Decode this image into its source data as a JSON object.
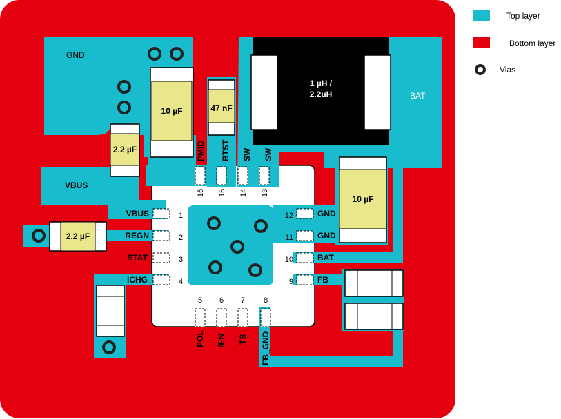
{
  "legend": {
    "top_layer": "Top layer",
    "bottom_layer": "Bottom layer",
    "vias": "Vias",
    "colors": {
      "top": "#18bccc",
      "bottom": "#e4000e",
      "via_ring": "#222222"
    }
  },
  "zones": {
    "gnd": "GND",
    "vbus": "VBUS",
    "bat": "BAT"
  },
  "components": {
    "cap_10uf_top": "10 µF",
    "cap_47nf": "47 nF",
    "cap_22uf_mid": "2.2 µF",
    "cap_22uf_left": "2.2 µF",
    "cap_10uf_right": "10 µF",
    "inductor_line1": "1 µH /",
    "inductor_line2": "2.2uH"
  },
  "pins": {
    "left": [
      {
        "num": "1",
        "name": "VBUS"
      },
      {
        "num": "2",
        "name": "REGN"
      },
      {
        "num": "3",
        "name": "STAT"
      },
      {
        "num": "4",
        "name": "ICHG"
      }
    ],
    "bottom": [
      {
        "num": "5",
        "name": "POL"
      },
      {
        "num": "6",
        "name": "/EN"
      },
      {
        "num": "7",
        "name": "TS"
      },
      {
        "num": "8",
        "name": "FB_GND"
      }
    ],
    "right": [
      {
        "num": "9",
        "name": "FB"
      },
      {
        "num": "10",
        "name": "BAT"
      },
      {
        "num": "11",
        "name": "GND"
      },
      {
        "num": "12",
        "name": "GND"
      }
    ],
    "top": [
      {
        "num": "13",
        "name": "SW"
      },
      {
        "num": "14",
        "name": "SW"
      },
      {
        "num": "15",
        "name": "BTST"
      },
      {
        "num": "16",
        "name": "PMID"
      }
    ]
  }
}
